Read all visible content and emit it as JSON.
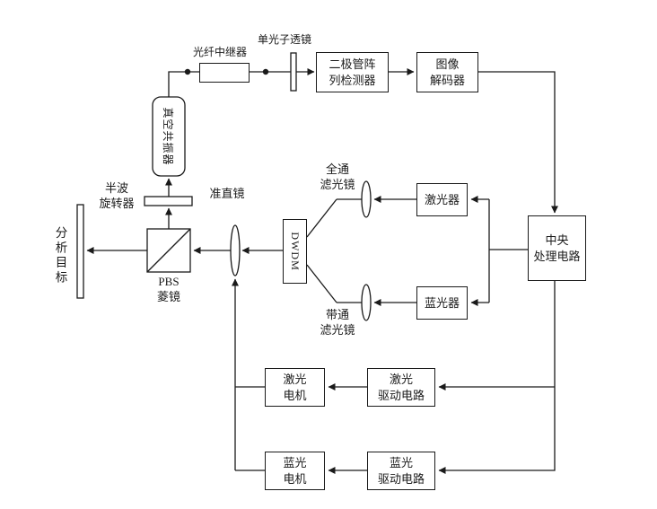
{
  "figure": {
    "background": "#ffffff",
    "line_color": "#1a1a1a",
    "labels": {
      "analysis_target": "分析目标",
      "half_wave_rotator": "半波\n旋转器",
      "vacuum_resonator": "真空共振器",
      "pbs_prism": "PBS\n菱镜",
      "collimator": "准直镜",
      "fiber_relay": "光纤中继器",
      "single_photon_lens": "单光子透镜",
      "diode_array_detector": "二极管阵\n列检测器",
      "image_decoder": "图像\n解码器",
      "dwdm": "DWDM",
      "allpass_filter": "全通\n滤光镜",
      "bandpass_filter": "带通\n滤光镜",
      "laser": "激光器",
      "blue_source": "蓝光器",
      "central_processor": "中央\n处理电路",
      "laser_motor": "激光\n电机",
      "blue_motor": "蓝光\n电机",
      "laser_driver": "激光\n驱动电路",
      "blue_driver": "蓝光\n驱动电路"
    },
    "connections": [
      "真空共振器 → 光纤中继器 → 单光子透镜 → 二极管阵列检测器",
      "二极管阵列检测器 → 图像解码器 → 中央处理电路",
      "中央处理电路 → 激光器",
      "中央处理电路 → 蓝光器",
      "激光器 → 全通滤光镜 → DWDM",
      "蓝光器 → 带通滤光镜 → DWDM",
      "DWDM → 准直镜 → PBS菱镜 → 分析目标",
      "PBS菱镜 → 半波旋转器 → 真空共振器",
      "中央处理电路 → 激光驱动电路 → 激光电机",
      "中央处理电路 → 蓝光驱动电路 → 蓝光电机",
      "电机 → 准直镜"
    ]
  }
}
